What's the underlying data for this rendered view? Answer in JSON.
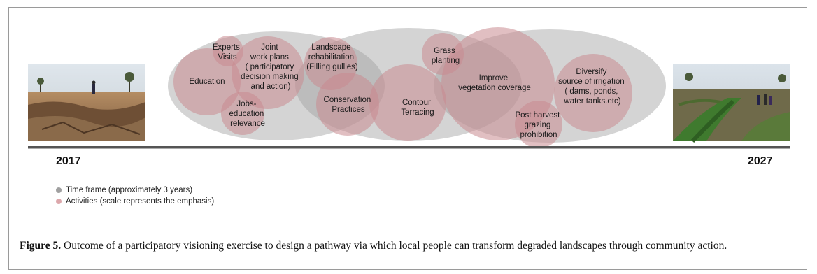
{
  "timeline": {
    "start_year": "2017",
    "end_year": "2027"
  },
  "activities": [
    {
      "id": "education",
      "lines": [
        "Education"
      ]
    },
    {
      "id": "experts-visits",
      "lines": [
        "Experts",
        "Visits"
      ]
    },
    {
      "id": "joint-work-plans",
      "lines": [
        "Joint",
        "work plans",
        "( participatory",
        "decision making",
        "and action)"
      ]
    },
    {
      "id": "jobs-education",
      "lines": [
        "Jobs-",
        "education",
        "relevance"
      ]
    },
    {
      "id": "landscape-rehabilitation",
      "lines": [
        "Landscape",
        "rehabilitation",
        "(Filling gullies)"
      ]
    },
    {
      "id": "conservation-practices",
      "lines": [
        "Conservation",
        "Practices"
      ]
    },
    {
      "id": "contour-terracing",
      "lines": [
        "Contour",
        "Terracing"
      ]
    },
    {
      "id": "grass-planting",
      "lines": [
        "Grass",
        "planting"
      ]
    },
    {
      "id": "improve-vegetation",
      "lines": [
        "Improve",
        "vegetation coverage"
      ]
    },
    {
      "id": "diversify-irrigation",
      "lines": [
        "Diversify",
        "source of irrigation",
        "( dams, ponds,",
        "water tanks.etc)"
      ]
    },
    {
      "id": "post-harvest",
      "lines": [
        "Post harvest",
        "grazing",
        "prohibition"
      ]
    }
  ],
  "legend": {
    "time_frame": "Time frame (approximately 3 years)",
    "activities": "Activities (scale represents the emphasis)"
  },
  "caption": {
    "label": "Figure 5.",
    "text": " Outcome of a participatory visioning exercise to design a pathway via which local people can transform degraded landscapes through community action."
  },
  "colors": {
    "time_frame": "#a0a0a0",
    "activity": "#c98a90",
    "timeline": "#555555"
  }
}
